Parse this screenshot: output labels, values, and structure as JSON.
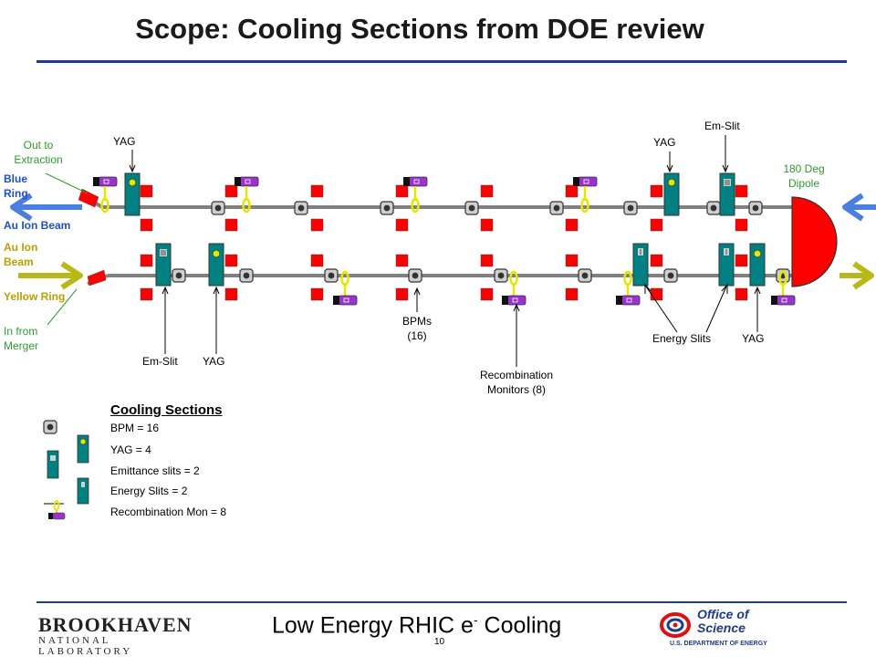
{
  "title": "Scope: Cooling Sections from DOE review",
  "labels": {
    "out_to_extraction": "Out to\nExtraction",
    "blue_ring": "Blue\nRing",
    "au_ion_beam_top": "Au Ion Beam",
    "au_ion_beam_left": "Au Ion\nBeam",
    "yellow_ring": "Yellow Ring",
    "in_from_merger": "In from\nMerger",
    "yag_top_left": "YAG",
    "yag_top_right": "YAG",
    "em_slit_top": "Em-Slit",
    "dipole": "180 Deg\nDipole",
    "em_slit_bottom": "Em-Slit",
    "yag_bottom_left": "YAG",
    "bpms": "BPMs\n(16)",
    "recombination": "Recombination\nMonitors (8)",
    "energy_slits": "Energy Slits",
    "yag_bottom_right": "YAG"
  },
  "legend": {
    "title": "Cooling Sections",
    "items": [
      "BPM = 16",
      "YAG = 4",
      "Emittance slits = 2",
      "Energy Slits = 2",
      "Recombination Mon = 8"
    ]
  },
  "footer": {
    "title_main": "Low Energy RHIC e",
    "title_sup": "-",
    "title_end": " Cooling",
    "page": "10",
    "lab_name": "BROOKHAVEN",
    "lab_sub": "NATIONAL LABORATORY",
    "office": "Office of\nScience",
    "dept": "U.S. DEPARTMENT OF ENERGY"
  },
  "colors": {
    "rule": "#1f3c88",
    "beamline": "#808080",
    "magnet": "#ff0000",
    "yag": "#008080",
    "purple": "#9933cc",
    "yellow": "#e6e600",
    "blue_arrow": "#4a7fe0",
    "yellow_arrow": "#b8b81a",
    "green_text": "#2e9b2e",
    "blue_text": "#1f4fcc",
    "yellow_text": "#b8a000"
  }
}
